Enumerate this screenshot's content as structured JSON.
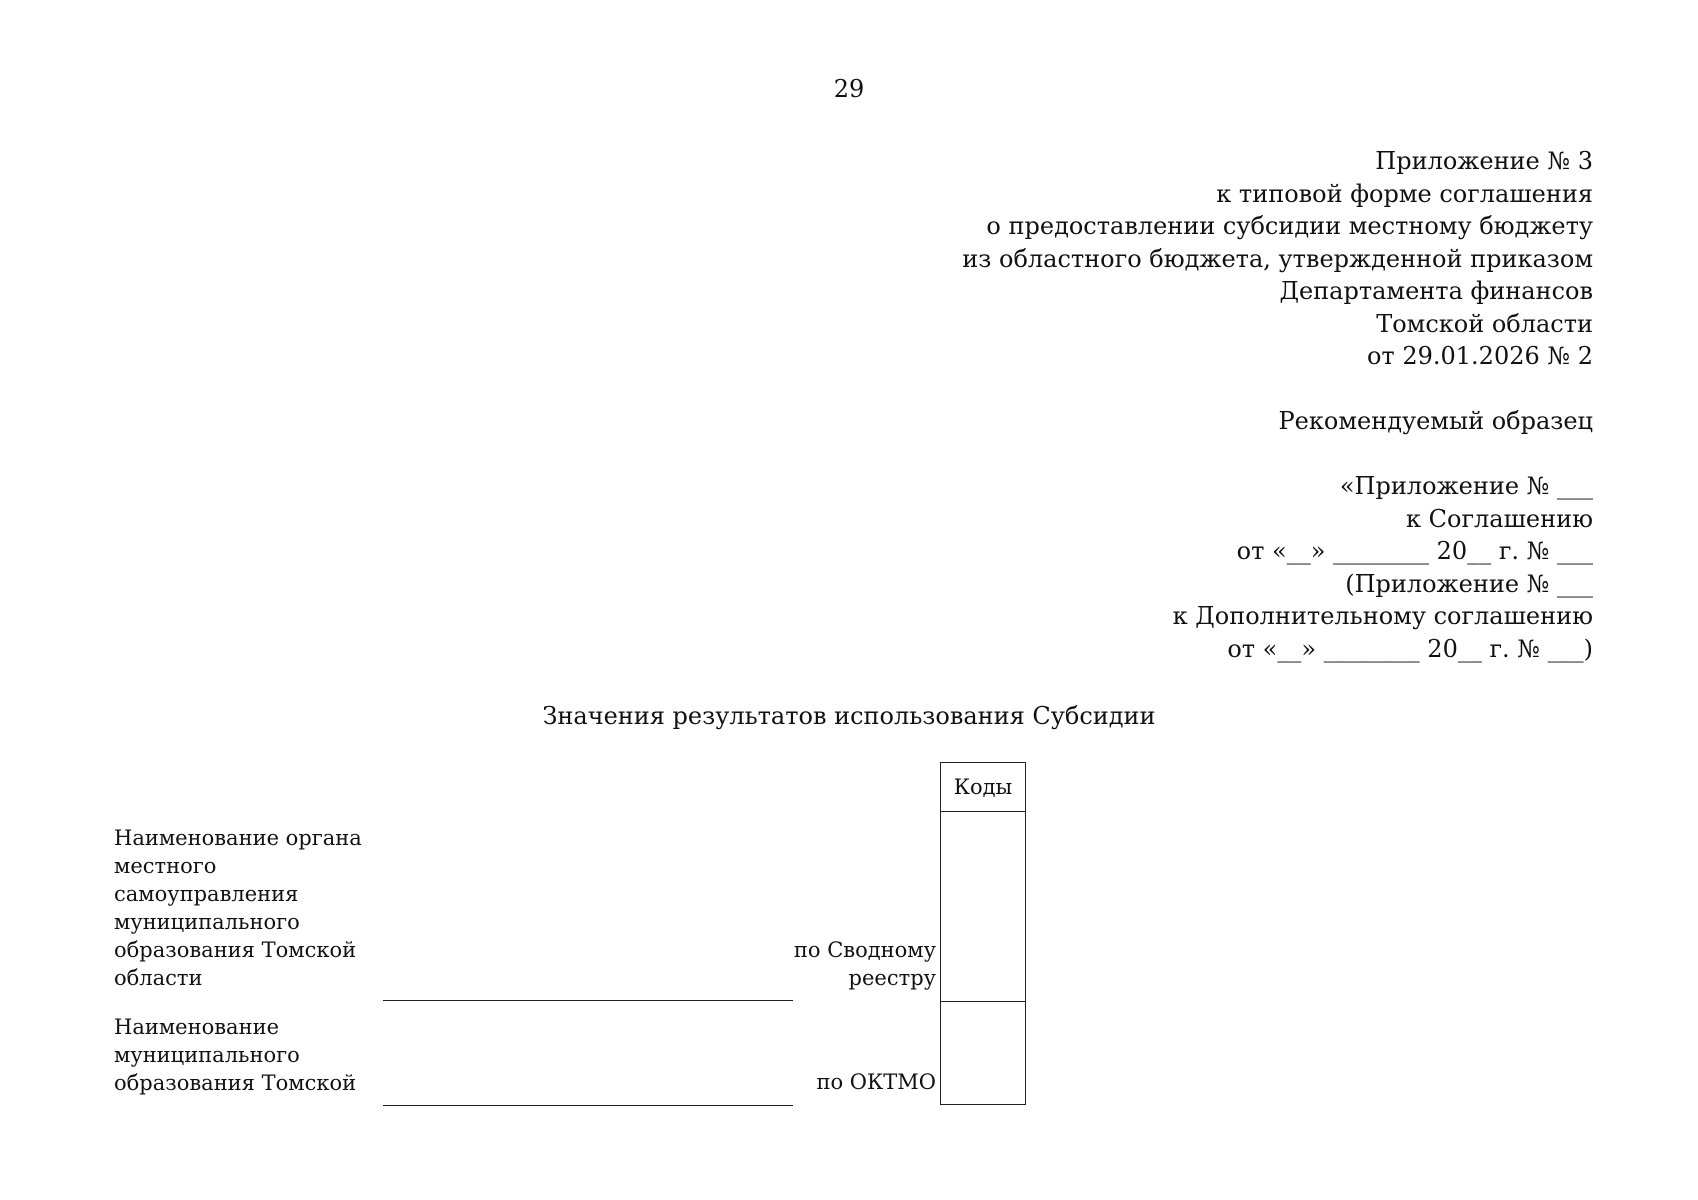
{
  "page_number": "29",
  "appendix_header": {
    "lines": [
      "Приложение № 3",
      "к типовой форме соглашения",
      "о предоставлении субсидии местному бюджету",
      "из областного бюджета, утвержденной приказом",
      "Департамента финансов",
      "Томской области",
      "от 29.01.2026 № 2"
    ]
  },
  "sample_label": "Рекомендуемый образец",
  "agreement_header": {
    "lines": [
      "«Приложение № ___",
      "к Соглашению",
      "от «__» ________ 20__ г. № ___",
      "(Приложение № ___",
      "к Дополнительному соглашению",
      "от «__» ________ 20__ г. № ___)"
    ]
  },
  "document_title": "Значения результатов использования Субсидии",
  "form": {
    "codes_header": "Коды",
    "rows": [
      {
        "label": "Наименование органа местного самоуправления муниципального образования Томской области",
        "code_label_lines": [
          "по Сводному",
          "реестру"
        ],
        "code_value": ""
      },
      {
        "label": "Наименование муниципального образования Томской",
        "code_label_lines": [
          "по ОКТМО"
        ],
        "code_value": ""
      }
    ]
  }
}
